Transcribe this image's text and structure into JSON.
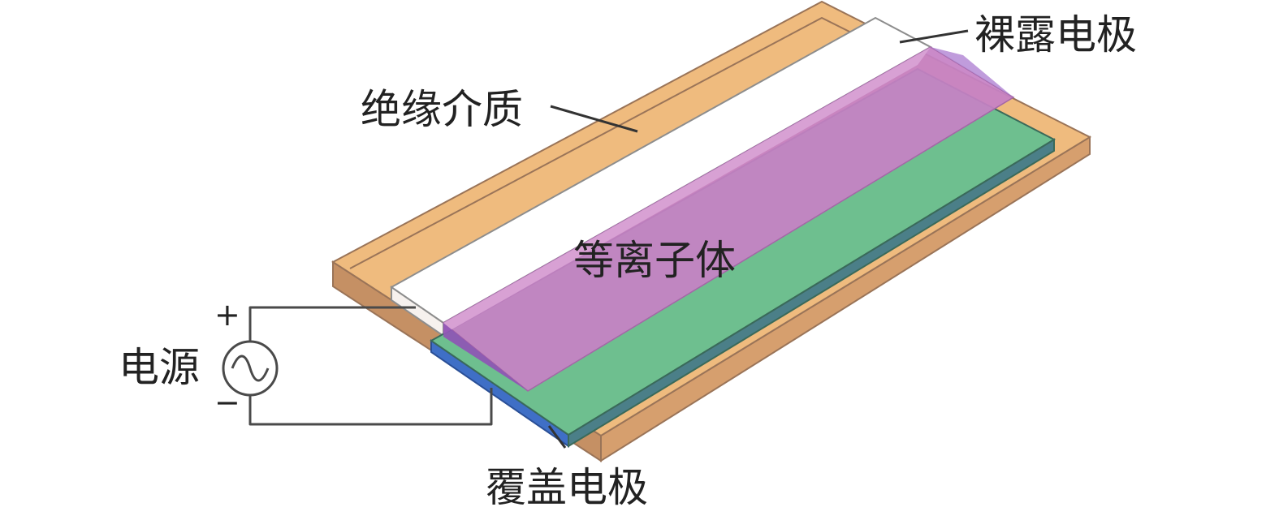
{
  "labels": {
    "bare_electrode": "裸露电极",
    "dielectric": "绝缘介质",
    "plasma": "等离子体",
    "power_source": "电源",
    "covered_electrode": "覆盖电极"
  },
  "source_signs": {
    "plus": "+",
    "minus": "−"
  },
  "colors": {
    "dielectric": "#efbb7e",
    "dielectric_edge": "#9a7458",
    "bare_electrode": "#ffffff",
    "plasma": "#c681c5",
    "plasma_bright": "#d884d2",
    "covered_region": "#6ebf8f",
    "covered_electrode": "#3f6fc6",
    "wire": "#4a4a4a"
  }
}
